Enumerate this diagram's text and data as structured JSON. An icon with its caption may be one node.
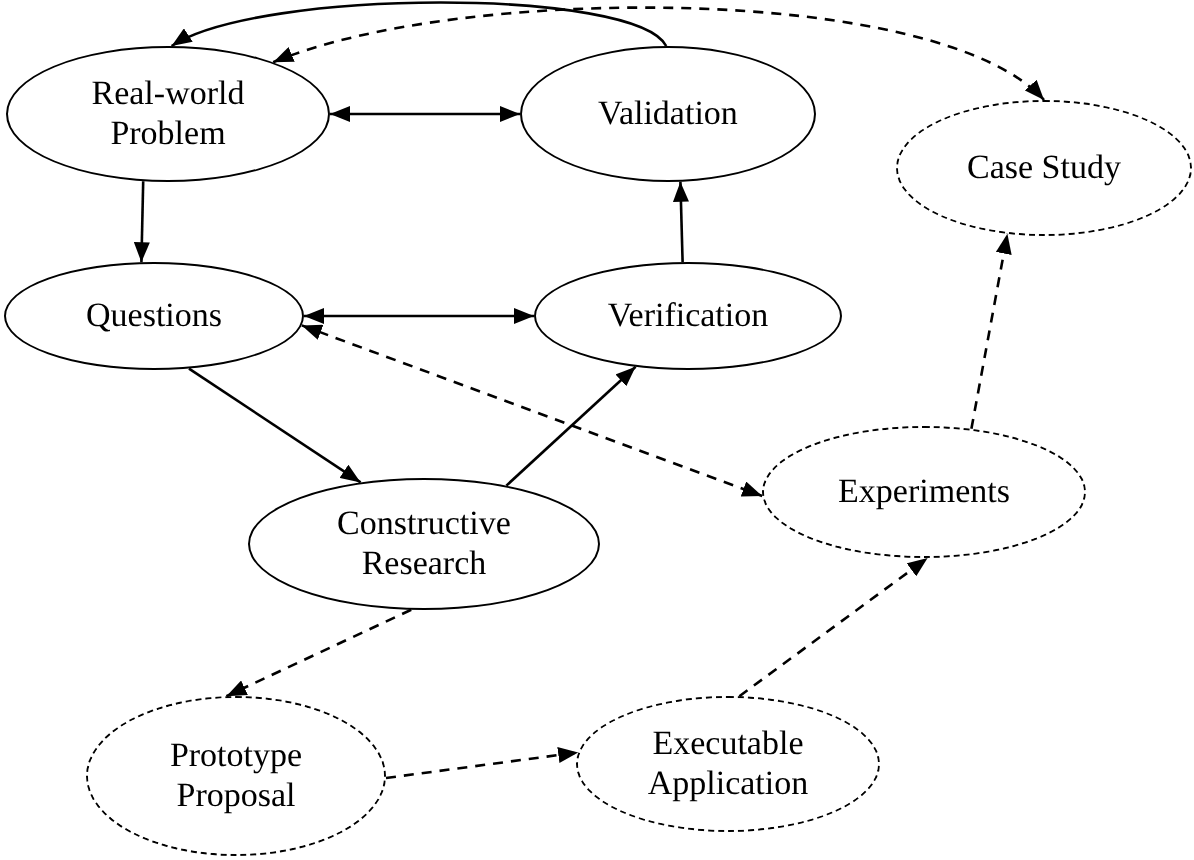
{
  "diagram": {
    "nodes": [
      {
        "text": [
          "Real-world Problem"
        ]
      },
      {
        "text": [
          "Validation"
        ]
      },
      {
        "text": [
          "Case Study"
        ]
      },
      {
        "text": [
          "Questions"
        ]
      },
      {
        "text": [
          "Verification"
        ]
      },
      {
        "text": [
          "Experiments"
        ]
      },
      {
        "text": [
          "Constructive Research"
        ]
      },
      {
        "text": [
          "Prototype Proposal"
        ]
      },
      {
        "text": [
          "Executable Application"
        ]
      }
    ],
    "edges": [
      {
        "from": 1,
        "to": 0,
        "arrow": "to"
      },
      {
        "from": 0,
        "to": 2,
        "arrow": "both",
        "style": "dashed"
      },
      {
        "from": 0,
        "to": 1,
        "arrow": "both"
      },
      {
        "from": 0,
        "to": 3,
        "arrow": "to"
      },
      {
        "from": 4,
        "to": 1,
        "arrow": "to"
      },
      {
        "from": 3,
        "to": 4,
        "arrow": "both"
      },
      {
        "from": 3,
        "to": 6,
        "arrow": "to"
      },
      {
        "from": 6,
        "to": 4,
        "arrow": "to"
      },
      {
        "from": 3,
        "to": 5,
        "arrow": "both",
        "style": "dashed"
      },
      {
        "from": 5,
        "to": 2,
        "arrow": "to",
        "style": "dashed"
      },
      {
        "from": 6,
        "to": 7,
        "arrow": "to",
        "style": "dashed"
      },
      {
        "from": 7,
        "to": 8,
        "arrow": "to",
        "style": "dashed"
      },
      {
        "from": 8,
        "to": 5,
        "arrow": "to",
        "style": "dashed"
      }
    ]
  }
}
